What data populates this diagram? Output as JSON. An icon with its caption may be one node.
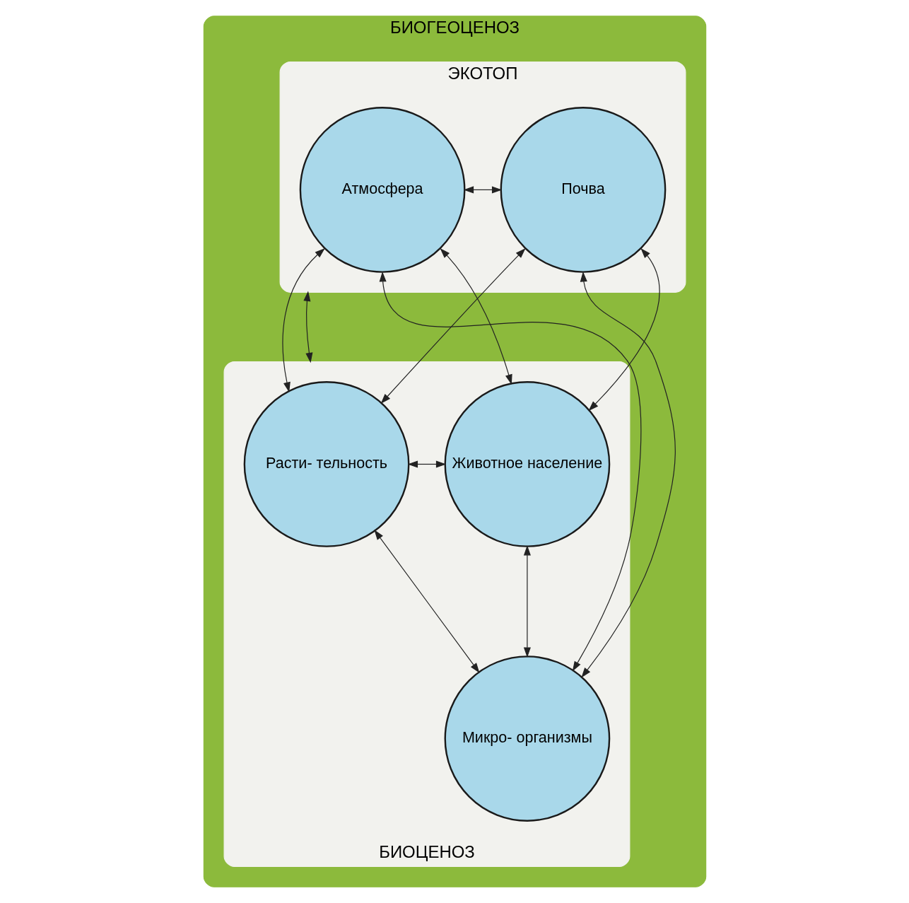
{
  "diagram": {
    "nodes": [
      {
        "text": [
          "БИОГЕОЦЕНОЗ"
        ]
      },
      {
        "text": [
          "ЭКОТОП"
        ],
        "in": 0
      },
      {
        "text": [
          "Атмосфера"
        ],
        "in": 1
      },
      {
        "text": [
          "Почва"
        ],
        "in": 1
      },
      {
        "text": [
          "БИОЦЕНОЗ"
        ],
        "in": 0
      },
      {
        "text": [
          "Расти- тельность"
        ],
        "in": 4
      },
      {
        "text": [
          "Животное население"
        ],
        "in": 4
      },
      {
        "text": [
          "Микро- организмы"
        ],
        "in": 4
      }
    ],
    "edges": [
      {
        "from": 2,
        "to": 3,
        "arrow": "both"
      },
      {
        "from": 2,
        "to": 5,
        "arrow": "both"
      },
      {
        "from": 2,
        "to": 7,
        "arrow": "both"
      },
      {
        "from": 2,
        "to": 6,
        "arrow": "both"
      },
      {
        "from": 3,
        "to": 5,
        "arrow": "both"
      },
      {
        "from": 3,
        "to": 7,
        "arrow": "both"
      },
      {
        "from": 3,
        "to": 6,
        "arrow": "both"
      },
      {
        "from": 1,
        "to": 4,
        "arrow": "both"
      },
      {
        "from": 5,
        "to": 6,
        "arrow": "both"
      },
      {
        "from": 5,
        "to": 7,
        "arrow": "both"
      },
      {
        "from": 6,
        "to": 7,
        "arrow": "both"
      }
    ]
  }
}
